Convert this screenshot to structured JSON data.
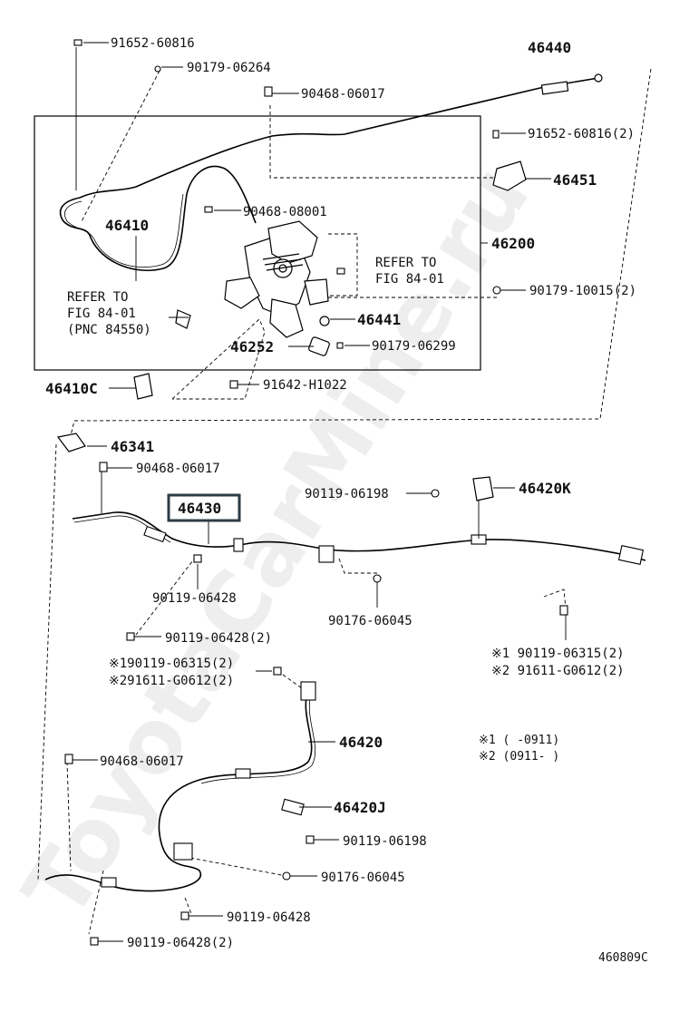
{
  "watermark": "ToyotaCarMine.ru",
  "diagram_id": "460809C",
  "highlight_part": "46430",
  "parts": {
    "p46440": "46440",
    "p91652_60816": "91652-60816",
    "p90179_06264": "90179-06264",
    "p90468_06017_top": "90468-06017",
    "p91652_60816_2": "91652-60816(2)",
    "p46451": "46451",
    "p46410": "46410",
    "p90468_08001": "90468-08001",
    "p46200": "46200",
    "p90179_10015_2": "90179-10015(2)",
    "p46441": "46441",
    "p46252": "46252",
    "p90179_06299": "90179-06299",
    "p46410C": "46410C",
    "p91642_H1022": "91642-H1022",
    "p46341": "46341",
    "p90468_06017_mid": "90468-06017",
    "p90119_06198_top": "90119-06198",
    "p46420K": "46420K",
    "p90119_06428_a": "90119-06428",
    "p90176_06045_a": "90176-06045",
    "p90119_06428_2a": "90119-06428(2)",
    "p90119_06315_2_left": "※190119-06315(2)",
    "p91611_G0612_2_left": "※291611-G0612(2)",
    "p90119_06315_2_right": "※1 90119-06315(2)",
    "p91611_G0612_2_right": "※2 91611-G0612(2)",
    "p46420": "46420",
    "p90468_06017_low": "90468-06017",
    "p46420J": "46420J",
    "p90119_06198_low": "90119-06198",
    "p90176_06045_b": "90176-06045",
    "p90119_06428_b": "90119-06428",
    "p90119_06428_2b": "90119-06428(2)"
  },
  "refer": {
    "right_1": "REFER TO",
    "right_2": "FIG 84-01",
    "left_1": "REFER TO",
    "left_2": "FIG 84-01",
    "left_3": "(PNC 84550)"
  },
  "footnotes": {
    "n1": "※1 (   -0911)",
    "n2": "※2 (0911-    )"
  }
}
